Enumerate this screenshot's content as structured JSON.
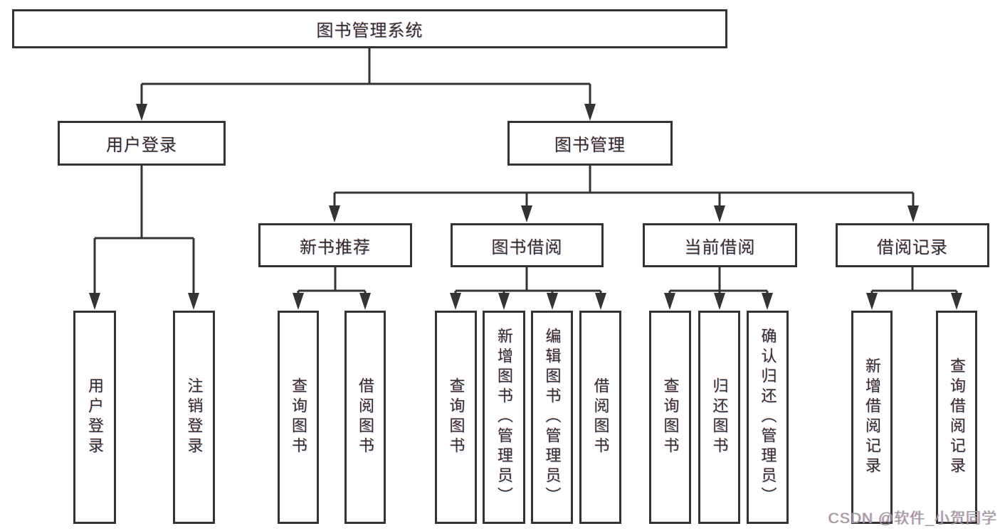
{
  "tree": {
    "root": {
      "label": "图书管理系统",
      "children": [
        {
          "label": "用户登录",
          "children": [
            {
              "label": "用户登录"
            },
            {
              "label": "注销登录"
            }
          ]
        },
        {
          "label": "图书管理",
          "children": [
            {
              "label": "新书推荐",
              "children": [
                {
                  "label": "查询图书"
                },
                {
                  "label": "借阅图书"
                }
              ]
            },
            {
              "label": "图书借阅",
              "children": [
                {
                  "label": "查询图书"
                },
                {
                  "label": "新增图书（管理员）"
                },
                {
                  "label": "编辑图书（管理员）"
                },
                {
                  "label": "借阅图书"
                }
              ]
            },
            {
              "label": "当前借阅",
              "children": [
                {
                  "label": "查询图书"
                },
                {
                  "label": "归还图书"
                },
                {
                  "label": "确认归还（管理员）"
                }
              ]
            },
            {
              "label": "借阅记录",
              "children": [
                {
                  "label": "新增借阅记录"
                },
                {
                  "label": "查询借阅记录"
                }
              ]
            }
          ]
        }
      ]
    }
  },
  "watermark": {
    "text": "CSDN @软件_小贺同学"
  },
  "colors": {
    "line": "#333333",
    "box_background": "#ffffff",
    "text": "#2e2e2e",
    "watermark": "#9b9b9b"
  }
}
